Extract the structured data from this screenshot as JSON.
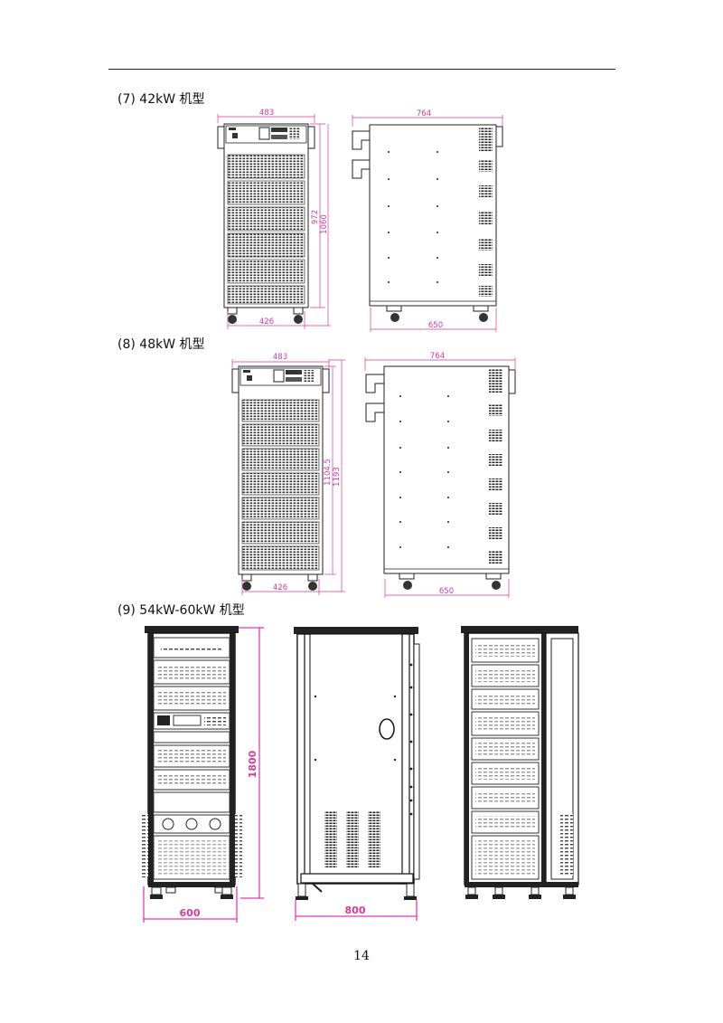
{
  "sections": [
    {
      "heading": "(7)  42kW 机型",
      "front_width": "483",
      "front_base": "426",
      "height_inner": "972",
      "height_outer": "1060",
      "side_depth": "764",
      "side_base": "650"
    },
    {
      "heading": "(8)  48kW 机型",
      "front_width": "483",
      "front_base": "426",
      "height_inner": "1104.5",
      "height_outer": "1193",
      "side_depth": "764",
      "side_base": "650"
    },
    {
      "heading": "(9)  54kW-60kW 机型",
      "height": "1800",
      "front_width": "600",
      "side_depth": "800"
    }
  ],
  "page_number": "14",
  "colors": {
    "dimension": "#d6399a",
    "ink": "#111111"
  }
}
